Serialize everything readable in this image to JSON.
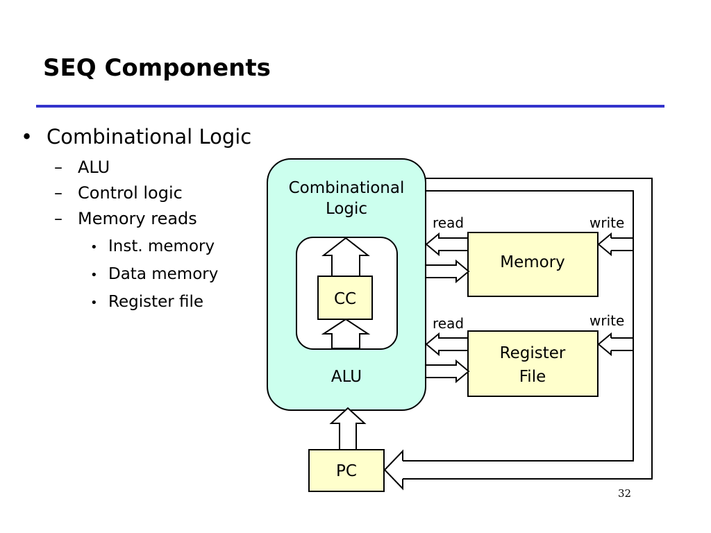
{
  "slide": {
    "title": "SEQ Components",
    "page_number": "32",
    "rule_color": "#3333cc"
  },
  "bullets": {
    "level1": "Combinational Logic",
    "level2": [
      "ALU",
      "Control logic",
      "Memory reads"
    ],
    "level3": [
      "Inst. memory",
      "Data memory",
      "Register file"
    ]
  },
  "diagram": {
    "combinational_logic_label": [
      "Combinational",
      "Logic"
    ],
    "alu_label": "ALU",
    "cc_label": "CC",
    "memory_label": "Memory",
    "register_file_label": [
      "Register",
      "File"
    ],
    "pc_label": "PC",
    "read_label": "read",
    "write_label": "write",
    "colors": {
      "combinational_fill": "#ccffee",
      "box_fill": "#ffffcc",
      "outline": "#000000"
    }
  }
}
